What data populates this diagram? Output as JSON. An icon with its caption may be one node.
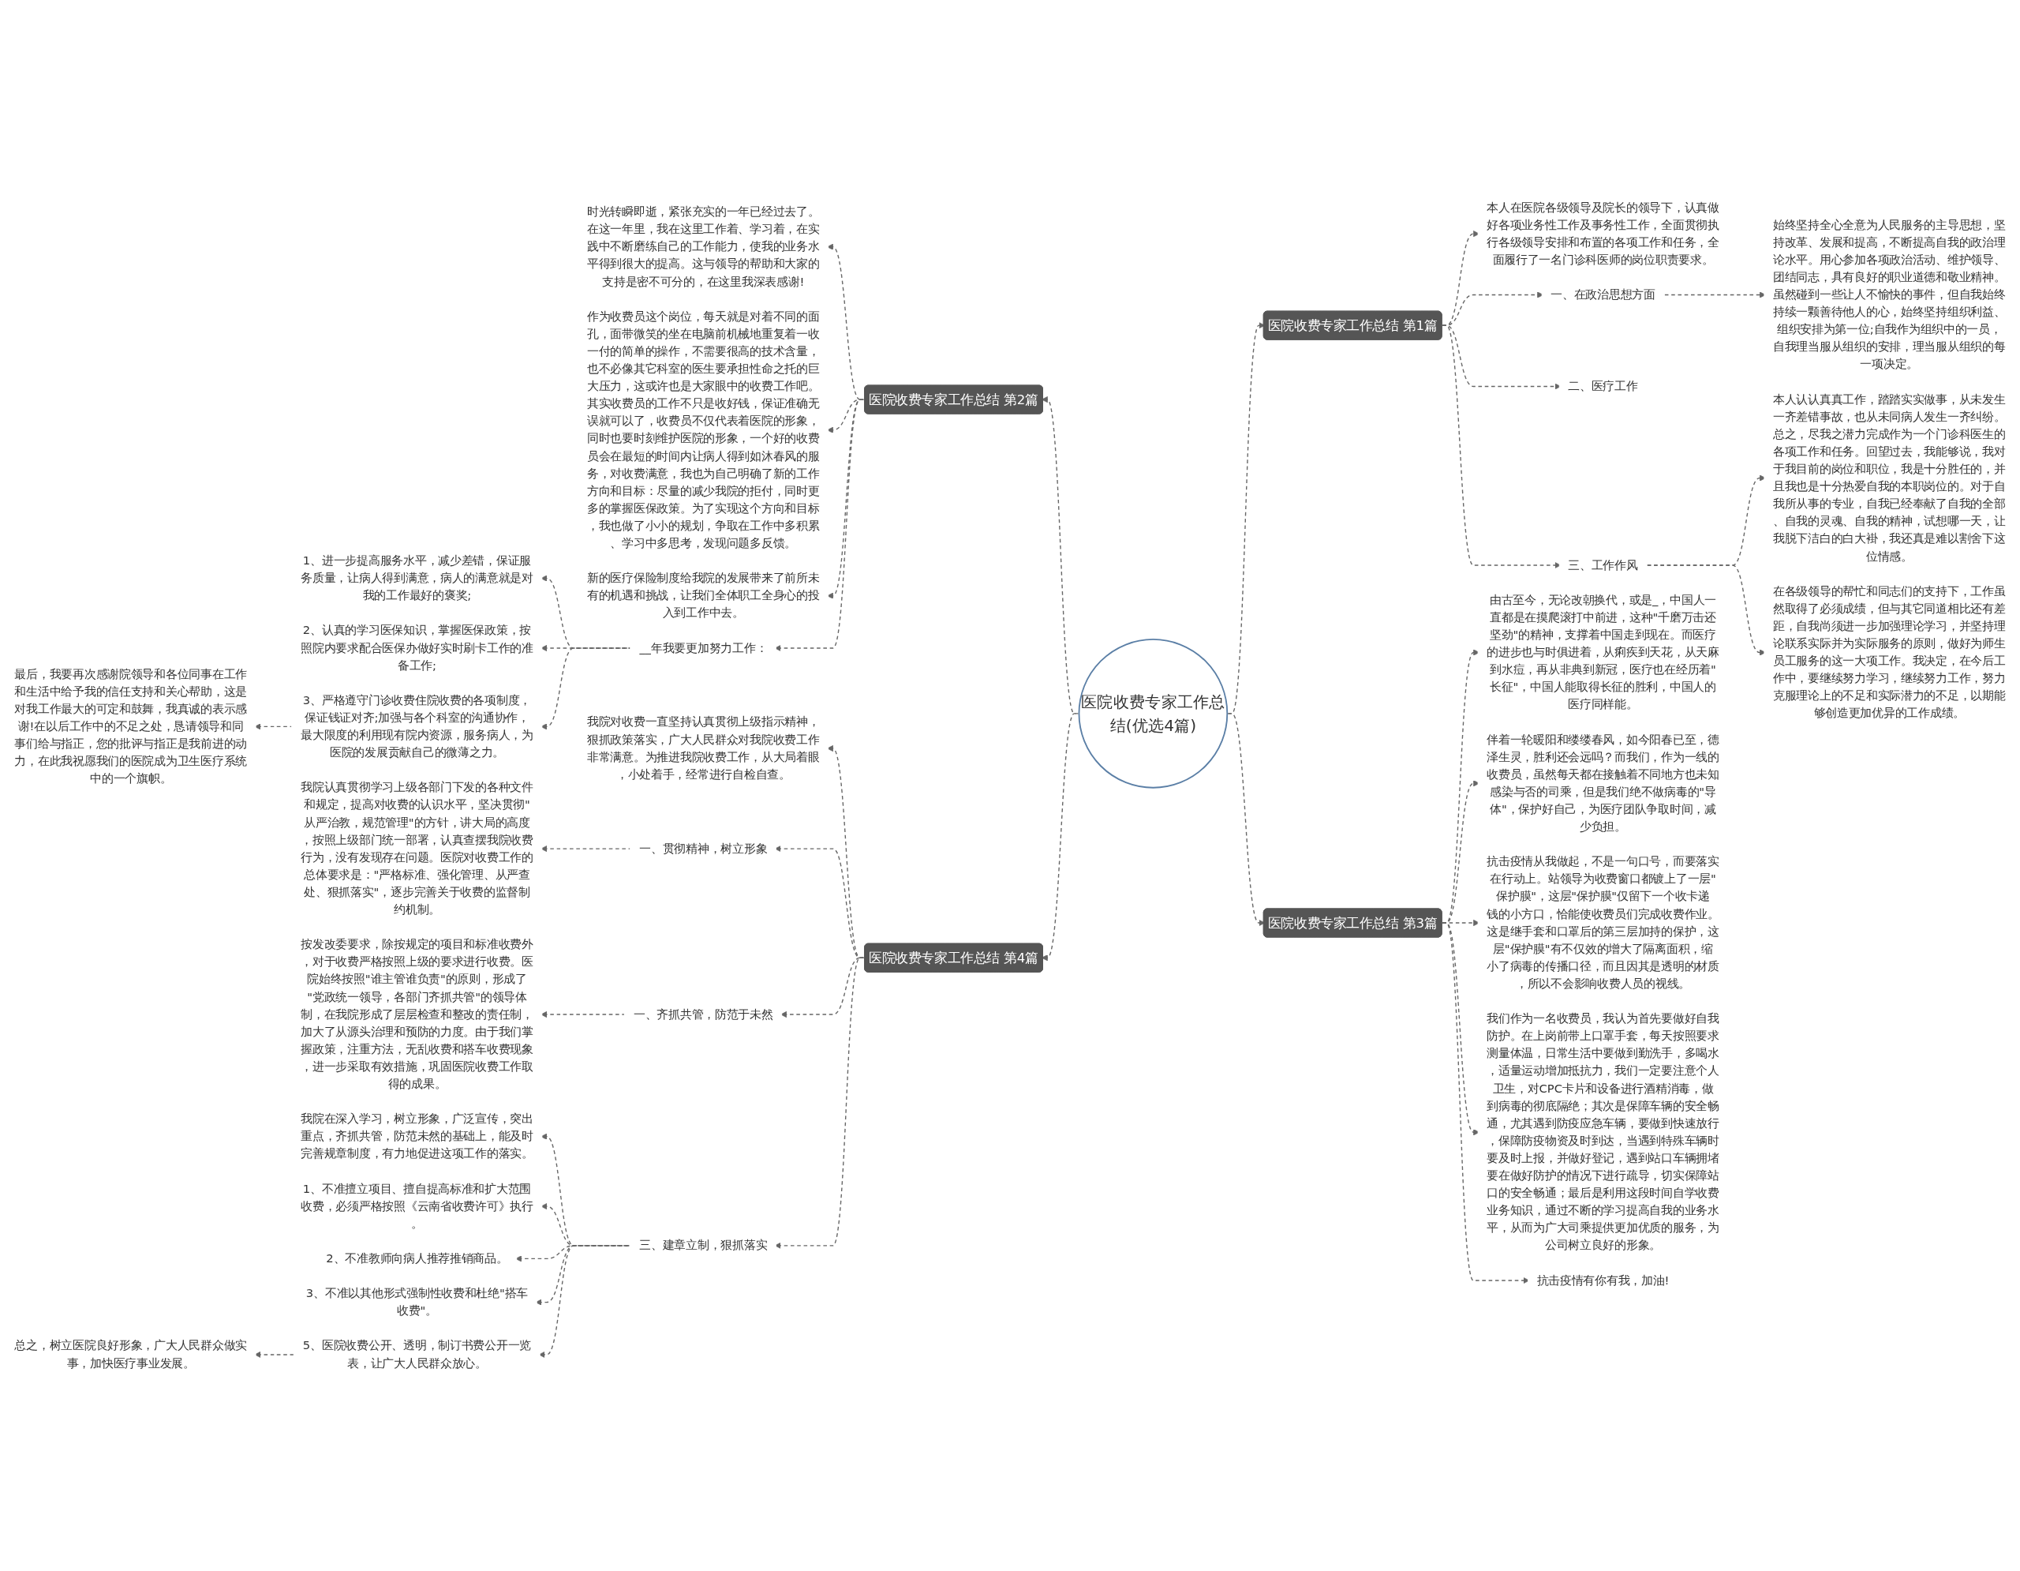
{
  "diagram": {
    "nodes": [
      {
        "text": [
          "医院收费专家工作总结(优选4篇)"
        ]
      },
      {
        "text": [
          "医院收费专家工作总结 第1篇"
        ]
      },
      {
        "text": [
          "本人在医院各级领导及院长的领导下，认真做好各项业务性工作及事务性工作，全面贯彻执行各级领导安排和布置的各项工作和任务，全面履行了一名门诊科医师的岗位职责要求。"
        ]
      },
      {
        "text": [
          "一、在政治思想方面"
        ]
      },
      {
        "text": [
          "始终坚持全心全意为人民服务的主导思想，坚持改革、发展和提高，不断提高自我的政治理论水平。用心参加各项政治活动、维护领导、团结同志，具有良好的职业道德和敬业精神。虽然碰到一些让人不愉快的事件，但自我始终持续一颗善待他人的心，始终坚持组织利益、组织安排为第一位;自我作为组织中的一员，自我理当服从组织的安排，理当服从组织的每一项决定。"
        ]
      },
      {
        "text": [
          "二、医疗工作"
        ]
      },
      {
        "text": [
          "三、工作作风"
        ]
      },
      {
        "text": [
          "本人认认真真工作，踏踏实实做事，从未发生一齐差错事故，也从未同病人发生一齐纠纷。总之，尽我之潜力完成作为一个门诊科医生的各项工作和任务。回望过去，我能够说，我对于我目前的岗位和职位，我是十分胜任的，并且我也是十分热爱自我的本职岗位的。对于自我所从事的专业，自我已经奉献了自我的全部、自我的灵魂、自我的精神，试想哪一天，让我脱下洁白的白大褂，我还真是难以割舍下这位情感。"
        ]
      },
      {
        "text": [
          "在各级领导的帮忙和同志们的支持下，工作虽然取得了必须成绩，但与其它同道相比还有差距，自我尚须进一步加强理论学习，并坚持理论联系实际并为实际服务的原则，做好为师生员工服务的这一大项工作。我决定，在今后工作中，要继续努力学习，继续努力工作，努力克服理论上的不足和实际潜力的不足，以期能够创造更加优异的工作成绩。"
        ]
      },
      {
        "text": [
          "医院收费专家工作总结 第2篇"
        ]
      },
      {
        "text": [
          "时光转瞬即逝，紧张充实的一年已经过去了。在这一年里，我在这里工作着、学习着，在实践中不断磨练自己的工作能力，使我的业务水平得到很大的提高。这与领导的帮助和大家的支持是密不可分的，在这里我深表感谢!"
        ]
      },
      {
        "text": [
          "作为收费员这个岗位，每天就是对着不同的面孔，面带微笑的坐在电脑前机械地重复着一收一付的简单的操作，不需要很高的技术含量，也不必像其它科室的医生要承担性命之托的巨大压力，这或许也是大家眼中的收费工作吧。其实收费员的工作不只是收好钱，保证准确无误就可以了，收费员不仅代表着医院的形象，同时也要时刻维护医院的形象，一个好的收费员会在最短的时间内让病人得到如沐春风的服务，对收费满意，我也为自己明确了新的工作方向和目标：尽量的减少我院的拒付，同时更多的掌握医保政策。为了实现这个方向和目标，我也做了小小的规划，争取在工作中多积累、学习中多思考，发现问题多反馈。"
        ]
      },
      {
        "text": [
          "新的医疗保险制度给我院的发展带来了前所未有的机遇和挑战，让我们全体职工全身心的投入到工作中去。"
        ]
      },
      {
        "text": [
          "__年我要更加努力工作："
        ]
      },
      {
        "text": [
          "1、进一步提高服务水平，减少差错，保证服务质量，让病人得到满意，病人的满意就是对我的工作最好的褒奖;"
        ]
      },
      {
        "text": [
          "2、认真的学习医保知识，掌握医保政策，按照院内要求配合医保办做好实时刷卡工作的准备工作;"
        ]
      },
      {
        "text": [
          "3、严格遵守门诊收费住院收费的各项制度，保证钱证对齐;加强与各个科室的沟通协作，最大限度的利用现有院内资源，服务病人，为医院的发展贡献自己的微薄之力。"
        ]
      },
      {
        "text": [
          "最后，我要再次感谢院领导和各位同事在工作和生活中给予我的信任支持和关心帮助，这是对我工作最大的可定和鼓舞，我真诚的表示感谢!在以后工作中的不足之处，恳请领导和同事们给与指正，您的批评与指正是我前进的动力，在此我祝愿我们的医院成为卫生医疗系统中的一个旗帜。"
        ]
      },
      {
        "text": [
          "医院收费专家工作总结 第3篇"
        ]
      },
      {
        "text": [
          "由古至今，无论改朝换代，或是_，中国人一直都是在摸爬滚打中前进，这种\"千磨万击还坚劲\"的精神，支撑着中国走到现在。而医疗的进步也与时俱进着，从痢疾到天花，从天麻到水痘，再从非典到新冠，医疗也在经历着\"长征\"，中国人能取得长征的胜利，中国人的医疗同样能。"
        ]
      },
      {
        "text": [
          "伴着一轮暖阳和缕缕春风，如今阳春已至，德泽生灵，胜利还会远吗？而我们，作为一线的收费员，虽然每天都在接触着不同地方也未知感染与否的司乘，但是我们绝不做病毒的\"导体\"，保护好自己，为医疗团队争取时间，减少负担。"
        ]
      },
      {
        "text": [
          "抗击疫情从我做起，不是一句口号，而要落实在行动上。站领导为收费窗口都镀上了一层\"保护膜\"，这层\"保护膜\"仅留下一个收卡递钱的小方口，恰能使收费员们完成收费作业。这是继手套和口罩后的第三层加持的保护，这层\"保护膜\"有不仅效的增大了隔离面积，缩小了病毒的传播口径，而且因其是透明的材质，所以不会影响收费人员的视线。"
        ]
      },
      {
        "text": [
          "我们作为一名收费员，我认为首先要做好自我防护。在上岗前带上口罩手套，每天按照要求测量体温，日常生活中要做到勤洗手，多喝水，适量运动增加抵抗力，我们一定要注意个人卫生，对CPC卡片和设备进行酒精消毒，做到病毒的彻底隔绝；其次是保障车辆的安全畅通，尤其遇到防疫应急车辆，要做到快速放行，保障防疫物资及时到达，当遇到特殊车辆时要及时上报，并做好登记，遇到站口车辆拥堵要在做好防护的情况下进行疏导，切实保障站口的安全畅通；最后是利用这段时间自学收费业务知识，通过不断的学习提高自我的业务水平，从而为广大司乘提供更加优质的服务，为公司树立良好的形象。"
        ]
      },
      {
        "text": [
          "抗击疫情有你有我，加油!"
        ]
      },
      {
        "text": [
          "医院收费专家工作总结 第4篇"
        ]
      },
      {
        "text": [
          "我院对收费一直坚持认真贯彻上级指示精神，狠抓政策落实，广大人民群众对我院收费工作非常满意。为推进我院收费工作，从大局着眼，小处着手，经常进行自检自查。"
        ]
      },
      {
        "text": [
          "一、贯彻精神，树立形象"
        ]
      },
      {
        "text": [
          "我院认真贯彻学习上级各部门下发的各种文件和规定，提高对收费的认识水平，坚决贯彻\"从严治教，规范管理\"的方针，讲大局的高度，按照上级部门统一部署，认真查摆我院收费行为，没有发现存在问题。医院对收费工作的总体要求是：\"严格标准、强化管理、从严查处、狠抓落实\"，逐步完善关于收费的监督制约机制。"
        ]
      },
      {
        "text": [
          "一、齐抓共管，防范于未然"
        ]
      },
      {
        "text": [
          "按发改委要求，除按规定的项目和标准收费外，对于收费严格按照上级的要求进行收费。医院始终按照\"谁主管谁负责\"的原则，形成了\"党政统一领导，各部门齐抓共管\"的领导体制，在我院形成了层层检查和整改的责任制，加大了从源头治理和预防的力度。由于我们掌握政策，注重方法，无乱收费和搭车收费现象，进一步采取有效措施，巩固医院收费工作取得的成果。"
        ]
      },
      {
        "text": [
          "三、建章立制，狠抓落实"
        ]
      },
      {
        "text": [
          "我院在深入学习，树立形象，广泛宣传，突出重点，齐抓共管，防范未然的基础上，能及时完善规章制度，有力地促进这项工作的落实。"
        ]
      },
      {
        "text": [
          "1、不准擅立项目、擅自提高标准和扩大范围收费，必须严格按照《云南省收费许可》执行。"
        ]
      },
      {
        "text": [
          "2、不准教师向病人推荐推销商品。"
        ]
      },
      {
        "text": [
          "3、不准以其他形式强制性收费和杜绝\"搭车收费\"。"
        ]
      },
      {
        "text": [
          "5、医院收费公开、透明，制订书费公开一览表，让广大人民群众放心。"
        ]
      },
      {
        "text": [
          "总之，树立医院良好形象，广大人民群众做实事，加快医疗事业发展。"
        ]
      }
    ],
    "edges": [
      {
        "from": 0,
        "to": 1,
        "arrow": "to",
        "style": "dashed"
      },
      {
        "from": 1,
        "to": 2,
        "arrow": "to",
        "style": "dashed"
      },
      {
        "from": 1,
        "to": 3,
        "arrow": "to",
        "style": "dashed"
      },
      {
        "from": 3,
        "to": 4,
        "arrow": "to",
        "style": "dashed"
      },
      {
        "from": 1,
        "to": 5,
        "arrow": "to",
        "style": "dashed"
      },
      {
        "from": 1,
        "to": 6,
        "arrow": "to",
        "style": "dashed"
      },
      {
        "from": 6,
        "to": 7,
        "arrow": "to",
        "style": "dashed"
      },
      {
        "from": 6,
        "to": 8,
        "arrow": "to",
        "style": "dashed"
      },
      {
        "from": 0,
        "to": 9,
        "arrow": "to",
        "style": "dashed"
      },
      {
        "from": 9,
        "to": 10,
        "arrow": "to",
        "style": "dashed"
      },
      {
        "from": 9,
        "to": 11,
        "arrow": "to",
        "style": "dashed"
      },
      {
        "from": 9,
        "to": 12,
        "arrow": "to",
        "style": "dashed"
      },
      {
        "from": 9,
        "to": 13,
        "arrow": "to",
        "style": "dashed"
      },
      {
        "from": 13,
        "to": 14,
        "arrow": "to",
        "style": "dashed"
      },
      {
        "from": 13,
        "to": 15,
        "arrow": "to",
        "style": "dashed"
      },
      {
        "from": 13,
        "to": 16,
        "arrow": "to",
        "style": "dashed"
      },
      {
        "from": 16,
        "to": 17,
        "arrow": "to",
        "style": "dashed"
      },
      {
        "from": 0,
        "to": 18,
        "arrow": "to",
        "style": "dashed"
      },
      {
        "from": 18,
        "to": 19,
        "arrow": "to",
        "style": "dashed"
      },
      {
        "from": 18,
        "to": 20,
        "arrow": "to",
        "style": "dashed"
      },
      {
        "from": 18,
        "to": 21,
        "arrow": "to",
        "style": "dashed"
      },
      {
        "from": 18,
        "to": 22,
        "arrow": "to",
        "style": "dashed"
      },
      {
        "from": 18,
        "to": 23,
        "arrow": "to",
        "style": "dashed"
      },
      {
        "from": 0,
        "to": 24,
        "arrow": "to",
        "style": "dashed"
      },
      {
        "from": 24,
        "to": 25,
        "arrow": "to",
        "style": "dashed"
      },
      {
        "from": 24,
        "to": 26,
        "arrow": "to",
        "style": "dashed"
      },
      {
        "from": 26,
        "to": 27,
        "arrow": "to",
        "style": "dashed"
      },
      {
        "from": 24,
        "to": 28,
        "arrow": "to",
        "style": "dashed"
      },
      {
        "from": 28,
        "to": 29,
        "arrow": "to",
        "style": "dashed"
      },
      {
        "from": 24,
        "to": 30,
        "arrow": "to",
        "style": "dashed"
      },
      {
        "from": 30,
        "to": 31,
        "arrow": "to",
        "style": "dashed"
      },
      {
        "from": 30,
        "to": 32,
        "arrow": "to",
        "style": "dashed"
      },
      {
        "from": 30,
        "to": 33,
        "arrow": "to",
        "style": "dashed"
      },
      {
        "from": 30,
        "to": 34,
        "arrow": "to",
        "style": "dashed"
      },
      {
        "from": 30,
        "to": 35,
        "arrow": "to",
        "style": "dashed"
      },
      {
        "from": 35,
        "to": 36,
        "arrow": "to",
        "style": "dashed"
      }
    ]
  }
}
